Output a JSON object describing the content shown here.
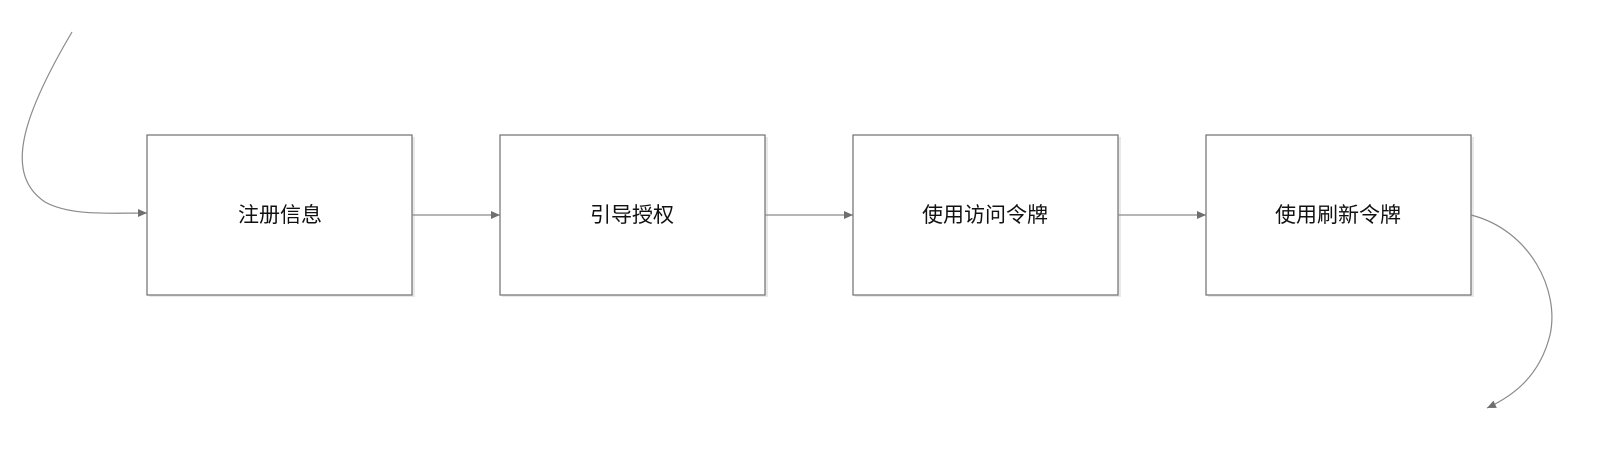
{
  "flowchart": {
    "steps": [
      {
        "label": "注册信息"
      },
      {
        "label": "引导授权"
      },
      {
        "label": "使用访问令牌"
      },
      {
        "label": "使用刷新令牌"
      }
    ]
  }
}
